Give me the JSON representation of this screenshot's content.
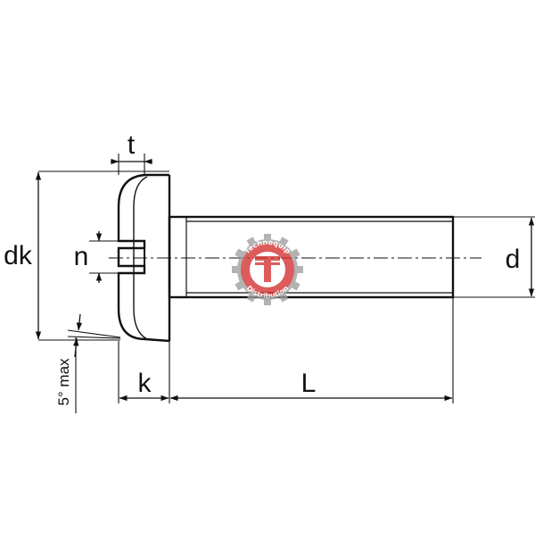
{
  "diagram": {
    "labels": {
      "t": "t",
      "dk": "dk",
      "n": "n",
      "d": "d",
      "k": "k",
      "L": "L",
      "angle": "5° max"
    }
  },
  "watermark": {
    "top_text": "Technoquip",
    "bottom_text": "Distribution",
    "letter": "T"
  },
  "colors": {
    "line": "#111111",
    "logo_red": "#d32f2f",
    "logo_gray": "#9e9e9e"
  }
}
